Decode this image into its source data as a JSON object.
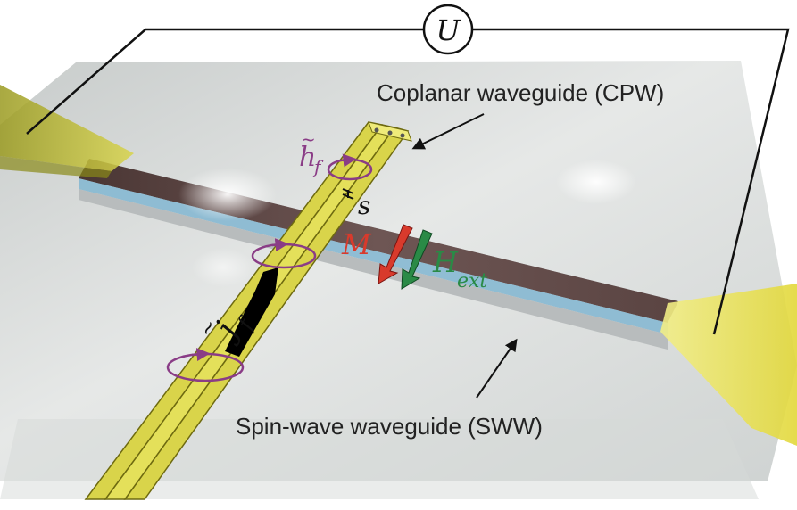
{
  "labels": {
    "cpw": "Coplanar waveguide (CPW)",
    "sww": "Spin-wave waveguide (SWW)"
  },
  "symbols": {
    "voltage": "U",
    "h_field": "h",
    "h_sub": "f",
    "current": "j",
    "current_sub": "f",
    "spacing": "s",
    "magnetization": "M",
    "ext_field": "H",
    "ext_field_sub": "ext"
  },
  "colors": {
    "background": "#ffffff",
    "substrate": "#dde0df",
    "sww_film": "#5e4846",
    "sww_edge": "#86b8d2",
    "cpw": "#d4cf4a",
    "probe": "#e6e06a",
    "magnetization_arrow": "#d83a2c",
    "ext_field_arrow": "#2a8a46",
    "field_loop": "#8a3c86",
    "wire": "#111111"
  }
}
